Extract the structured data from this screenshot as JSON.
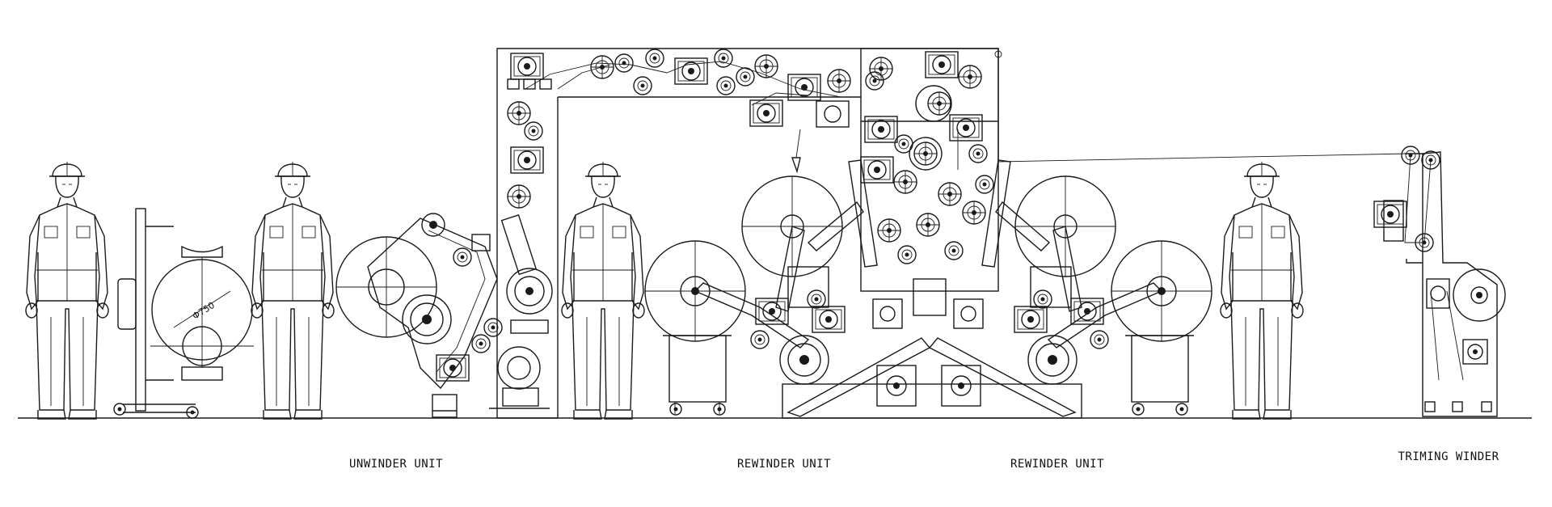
{
  "colors": {
    "line": "#1a1a1a",
    "background": "#ffffff"
  },
  "units": [
    {
      "id": "unwinder",
      "label": "UNWINDER UNIT"
    },
    {
      "id": "rewinder_1",
      "label": "REWINDER UNIT"
    },
    {
      "id": "rewinder_2",
      "label": "REWINDER UNIT"
    },
    {
      "id": "triming_winder",
      "label": "TRIMING WINDER"
    }
  ],
  "roll_dimension": "Φ750",
  "workers": [
    {
      "id": "worker-1"
    },
    {
      "id": "worker-2"
    },
    {
      "id": "worker-3"
    },
    {
      "id": "worker-4"
    }
  ]
}
